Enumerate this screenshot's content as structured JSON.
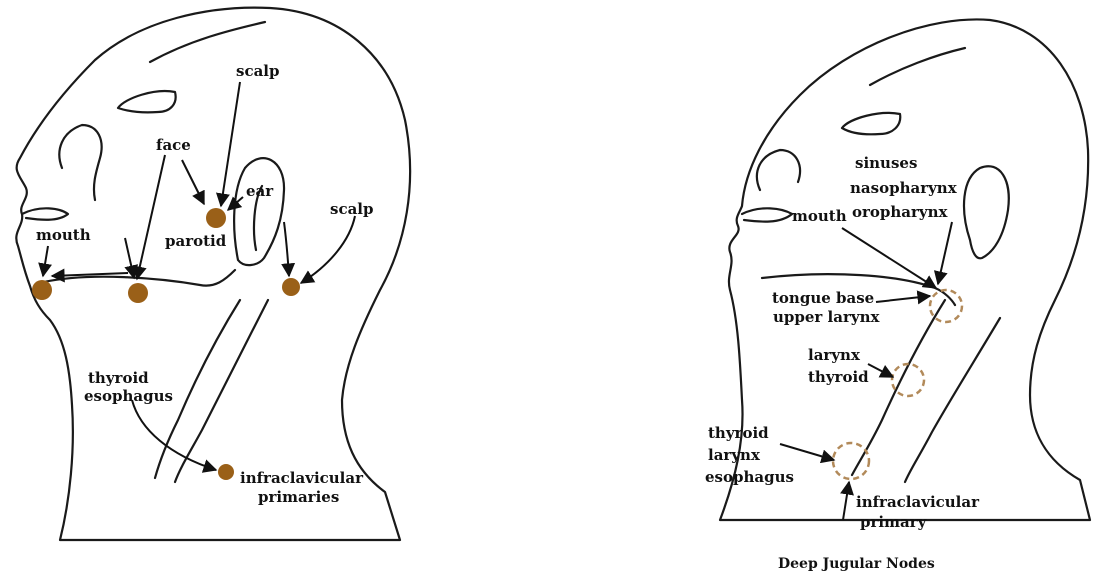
{
  "colors": {
    "skin": "#f7efe6",
    "outline": "#1a1a1a",
    "node_fill": "#9a6018",
    "dashed_node": "#b28a5a",
    "text": "#111111",
    "background": "#ffffff"
  },
  "left_panel": {
    "labels": {
      "scalp_top": "scalp",
      "face": "face",
      "ear": "ear",
      "scalp_right": "scalp",
      "mouth": "mouth",
      "parotid": "parotid",
      "thyroid": "thyroid",
      "esophagus": "esophagus",
      "infraclavicular": "infraclavicular",
      "primaries": "primaries"
    }
  },
  "right_panel": {
    "labels": {
      "sinuses": "sinuses",
      "nasopharynx": "nasopharynx",
      "oropharynx": "oropharynx",
      "mouth": "mouth",
      "tongue_base": "tongue base",
      "upper_larynx": "upper larynx",
      "larynx": "larynx",
      "thyroid": "thyroid",
      "thyroid_low": "thyroid",
      "larynx_low": "larynx",
      "esophagus_low": "esophagus",
      "infraclavicular": "infraclavicular",
      "primary": "primary"
    },
    "caption": "Deep Jugular Nodes"
  }
}
